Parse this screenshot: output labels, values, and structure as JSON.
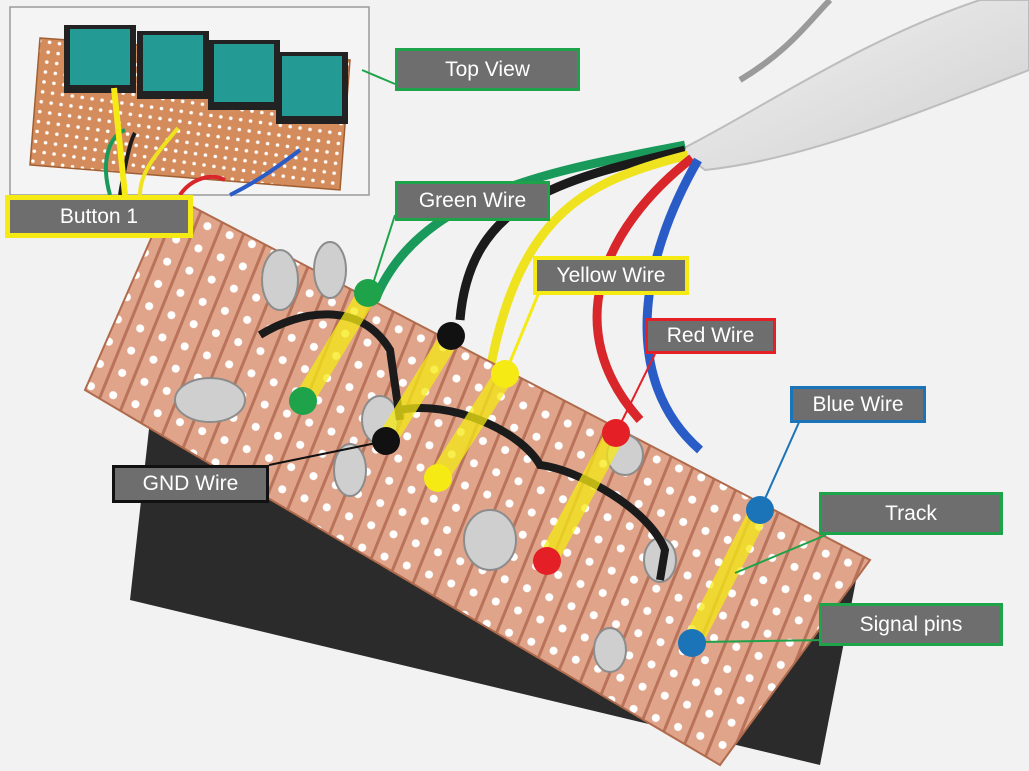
{
  "labels": {
    "top_view": "Top View",
    "button_1": "Button 1",
    "green_wire": "Green Wire",
    "yellow_wire": "Yellow Wire",
    "red_wire": "Red Wire",
    "blue_wire": "Blue Wire",
    "gnd_wire": "GND Wire",
    "track": "Track",
    "signal_pins": "Signal pins"
  },
  "colors": {
    "green": "#1ea34a",
    "yellow": "#f5ea14",
    "red": "#e41f26",
    "blue": "#1b73b8",
    "black": "#111111",
    "label_fill": "#6e6e6e",
    "copper": "#d9957a"
  }
}
